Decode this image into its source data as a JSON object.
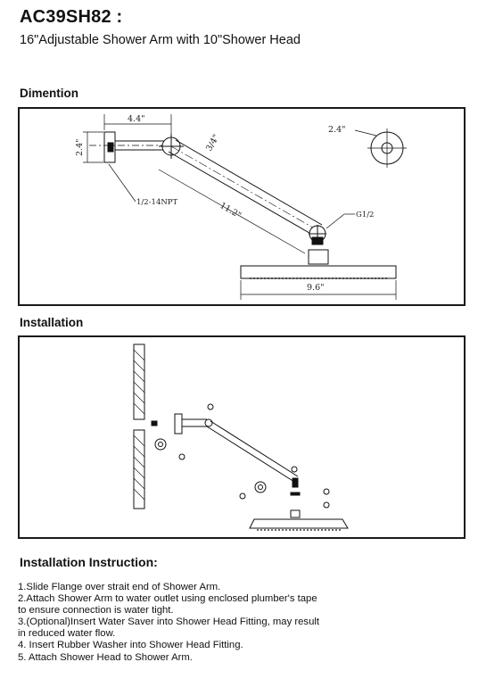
{
  "header": {
    "model": "AC39SH82 :",
    "subtitle": "16\"Adjustable Shower Arm with 10\"Shower Head"
  },
  "sections": {
    "dimension_title": "Dimention",
    "installation_title": "Installation",
    "instruction_title": "Installation  Instruction:"
  },
  "dimension_labels": {
    "flange_width": "4.4\"",
    "flange_height": "2.4\"",
    "arm_diameter": "3/4\"",
    "arm_length": "11.2\"",
    "thread_inlet": "1/2-14NPT",
    "thread_outlet": "G1/2",
    "flange_diameter": "2.4\"",
    "head_diameter": "9.6\""
  },
  "instructions": [
    "1.Slide Flange over strait end of Shower Arm.",
    "2.Attach Shower Arm to water outlet using enclosed plumber's tape",
    "   to ensure connection is water tight.",
    "3.(Optional)Insert Water Saver into Shower Head Fitting, may result",
    "   in reduced water flow.",
    "4.  Insert Rubber Washer into Shower Head Fitting.",
    "5. Attach Shower Head to Shower Arm."
  ]
}
